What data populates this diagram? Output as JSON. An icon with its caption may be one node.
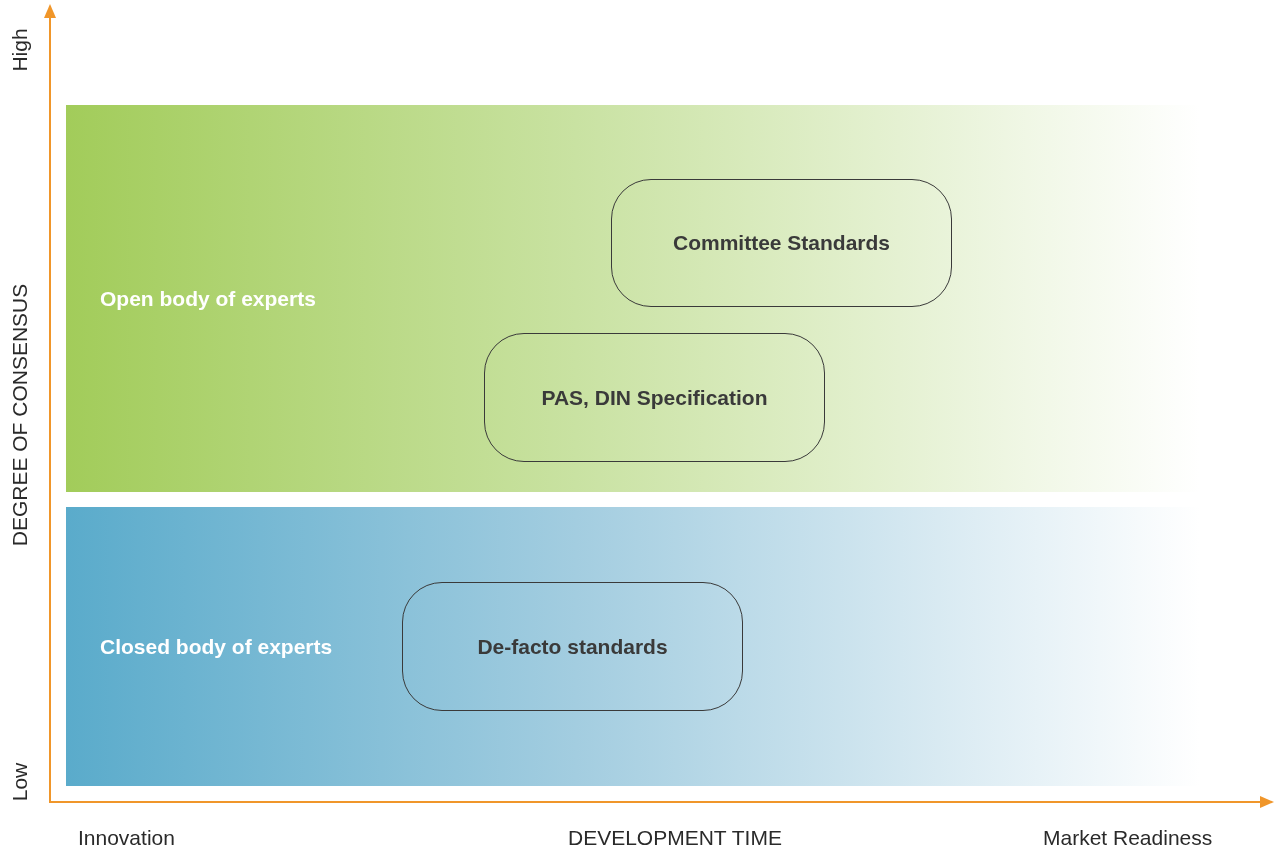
{
  "diagram": {
    "nodes": [
      {
        "text": [
          "Open body of experts"
        ]
      },
      {
        "text": [
          "Committee Standards"
        ],
        "in": 0
      },
      {
        "text": [
          "PAS, DIN Specification"
        ],
        "in": 0
      },
      {
        "text": [
          "Closed body of experts"
        ]
      },
      {
        "text": [
          "De-facto standards"
        ],
        "in": 3
      }
    ],
    "labels": [
      "High",
      "DEGREE OF CONSENSUS",
      "Low",
      "Innovation",
      "DEVELOPMENT TIME",
      "Market Readiness"
    ]
  }
}
